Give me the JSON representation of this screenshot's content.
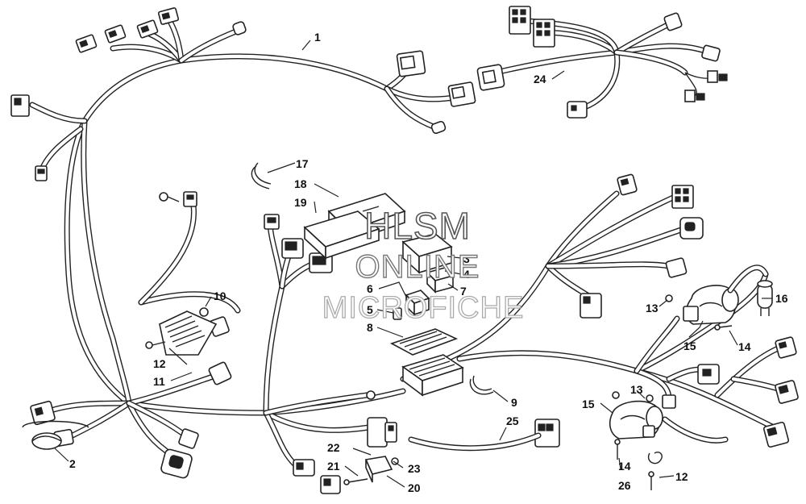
{
  "watermark": {
    "line1": "HLSM",
    "line2": "ONLINE",
    "line3": "MICROFICHE"
  },
  "callouts": [
    {
      "id": "c1",
      "label": "1"
    },
    {
      "id": "c2",
      "label": "2"
    },
    {
      "id": "c3",
      "label": "3"
    },
    {
      "id": "c4",
      "label": "4"
    },
    {
      "id": "c5",
      "label": "5"
    },
    {
      "id": "c6",
      "label": "6"
    },
    {
      "id": "c7",
      "label": "7"
    },
    {
      "id": "c8",
      "label": "8"
    },
    {
      "id": "c9",
      "label": "9"
    },
    {
      "id": "c10",
      "label": "10"
    },
    {
      "id": "c11",
      "label": "11"
    },
    {
      "id": "c12a",
      "label": "12"
    },
    {
      "id": "c12b",
      "label": "12"
    },
    {
      "id": "c13a",
      "label": "13"
    },
    {
      "id": "c13b",
      "label": "13"
    },
    {
      "id": "c14a",
      "label": "14"
    },
    {
      "id": "c14b",
      "label": "14"
    },
    {
      "id": "c15a",
      "label": "15"
    },
    {
      "id": "c15b",
      "label": "15"
    },
    {
      "id": "c16",
      "label": "16"
    },
    {
      "id": "c17",
      "label": "17"
    },
    {
      "id": "c18",
      "label": "18"
    },
    {
      "id": "c19",
      "label": "19"
    },
    {
      "id": "c20",
      "label": "20"
    },
    {
      "id": "c21",
      "label": "21"
    },
    {
      "id": "c22",
      "label": "22"
    },
    {
      "id": "c23",
      "label": "23"
    },
    {
      "id": "c24",
      "label": "24"
    },
    {
      "id": "c25",
      "label": "25"
    },
    {
      "id": "c26",
      "label": "26"
    }
  ]
}
